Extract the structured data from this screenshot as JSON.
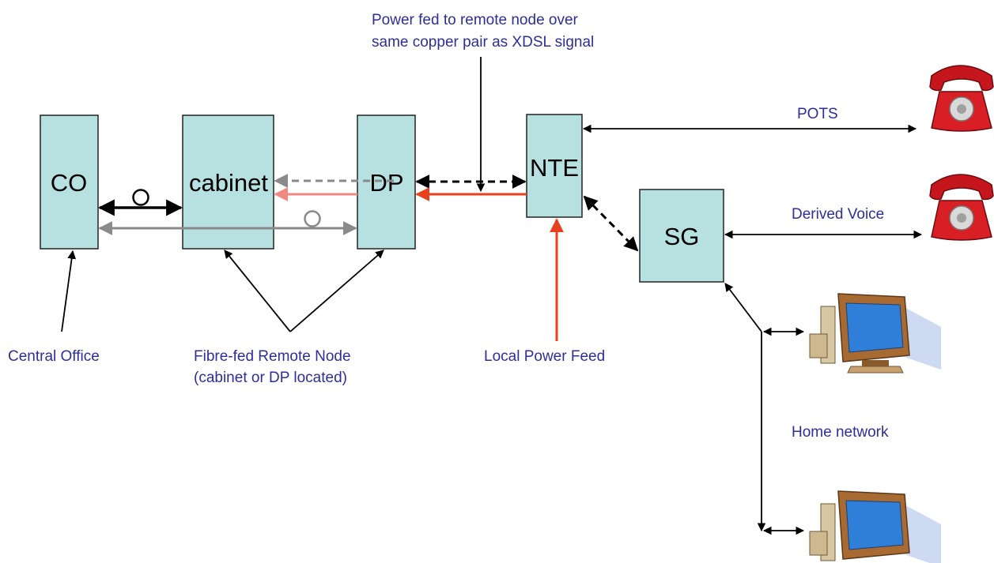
{
  "colors": {
    "box_fill": "#b7e0e0",
    "box_stroke": "#222222",
    "label_blue": "#2e2e9a",
    "power_red": "#e8401c",
    "light_red": "#f08a80",
    "grey_line": "#8a8a8a"
  },
  "nodes": {
    "co": "CO",
    "cabinet": "cabinet",
    "dp": "DP",
    "nte": "NTE",
    "sg": "SG"
  },
  "annotations": {
    "power_feed_note_line1": "Power fed to remote node over",
    "power_feed_note_line2": "same copper pair as XDSL signal",
    "central_office": "Central Office",
    "remote_node_line1": "Fibre-fed Remote Node",
    "remote_node_line2": "(cabinet or DP located)",
    "local_power_feed": "Local Power Feed",
    "pots": "POTS",
    "derived_voice": "Derived Voice",
    "home_network": "Home network"
  },
  "icons": [
    "telephone-icon",
    "telephone-icon",
    "computer-icon",
    "computer-icon"
  ]
}
